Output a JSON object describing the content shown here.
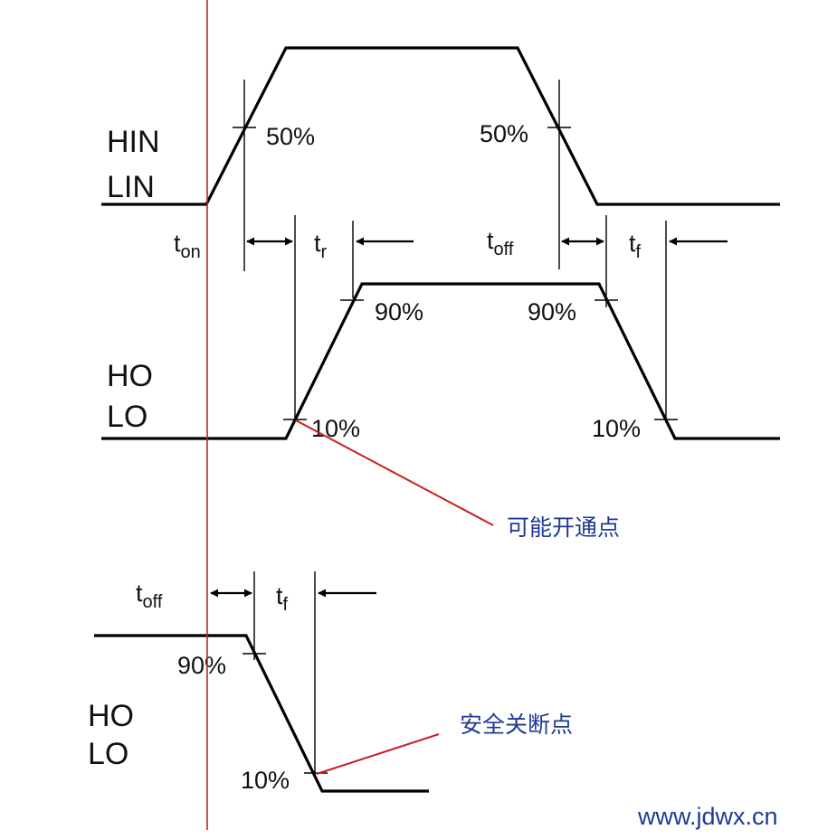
{
  "diagram": {
    "top_signal": {
      "label_line1": "HIN",
      "label_line2": "LIN",
      "rise_pct": "50%",
      "fall_pct": "50%"
    },
    "timing_row": {
      "t_on": {
        "t": "t",
        "sub": "on"
      },
      "t_r": {
        "t": "t",
        "sub": "r"
      },
      "t_off": {
        "t": "t",
        "sub": "off"
      },
      "t_f": {
        "t": "t",
        "sub": "f"
      }
    },
    "middle_signal": {
      "label_line1": "HO",
      "label_line2": "LO",
      "rise_90": "90%",
      "rise_10": "10%",
      "fall_90": "90%",
      "fall_10": "10%",
      "annotation": "可能开通点"
    },
    "bottom_timing": {
      "t_off": {
        "t": "t",
        "sub": "off"
      },
      "t_f": {
        "t": "t",
        "sub": "f"
      }
    },
    "bottom_signal": {
      "label_line1": "HO",
      "label_line2": "LO",
      "fall_90": "90%",
      "fall_10": "10%",
      "annotation": "安全关断点"
    },
    "watermark": "www.jdwx.cn",
    "colors": {
      "signal": "#000000",
      "reference_line": "#cc1e1e",
      "annotation_text": "#1f3a93"
    }
  }
}
